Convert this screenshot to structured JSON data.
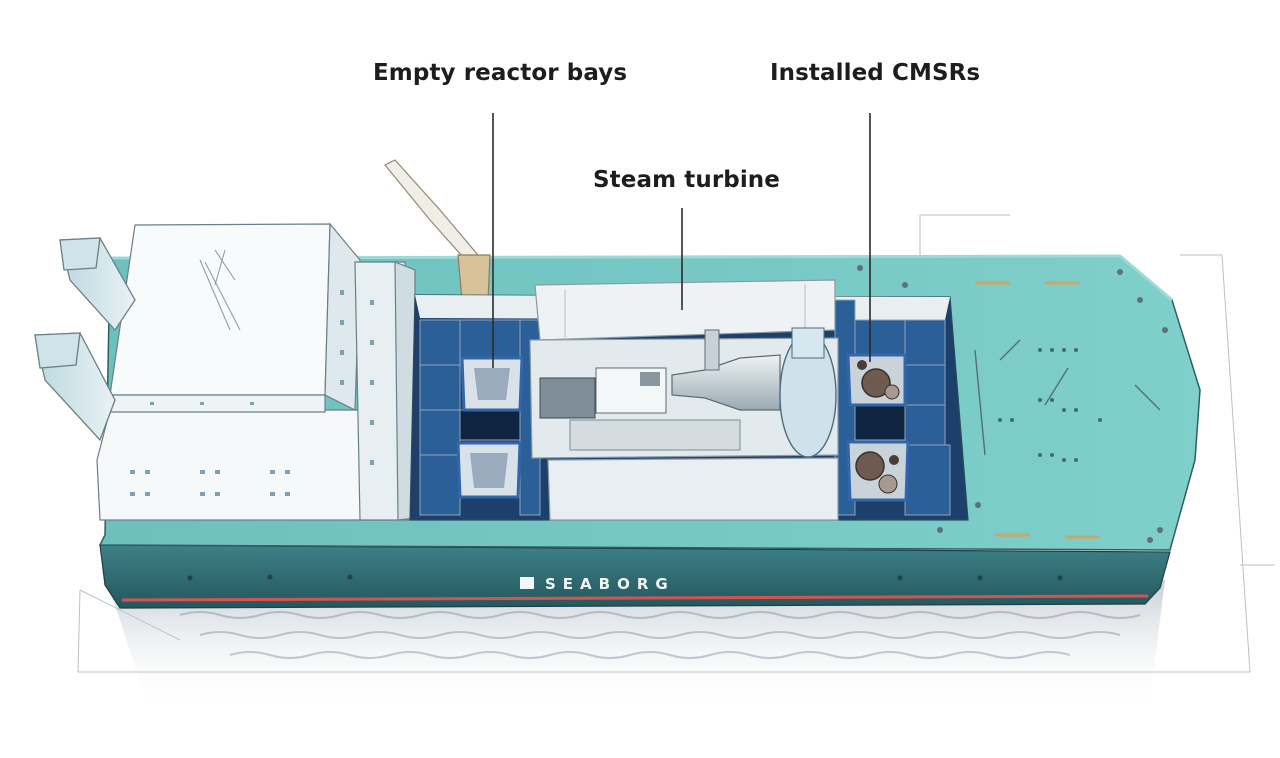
{
  "labels": {
    "empty_reactor_bays": "Empty reactor bays",
    "installed_cmsrs": "Installed CMSRs",
    "steam_turbine": "Steam turbine"
  },
  "hull_brand": "SEABORG",
  "colors": {
    "deck": "#73c5c1",
    "hull": "#2f6e74",
    "hull_stripe": "#d8534f",
    "bay_floor": "#2a5f97",
    "superstructure": "#f4f7f8",
    "text": "#1d1d1d"
  }
}
